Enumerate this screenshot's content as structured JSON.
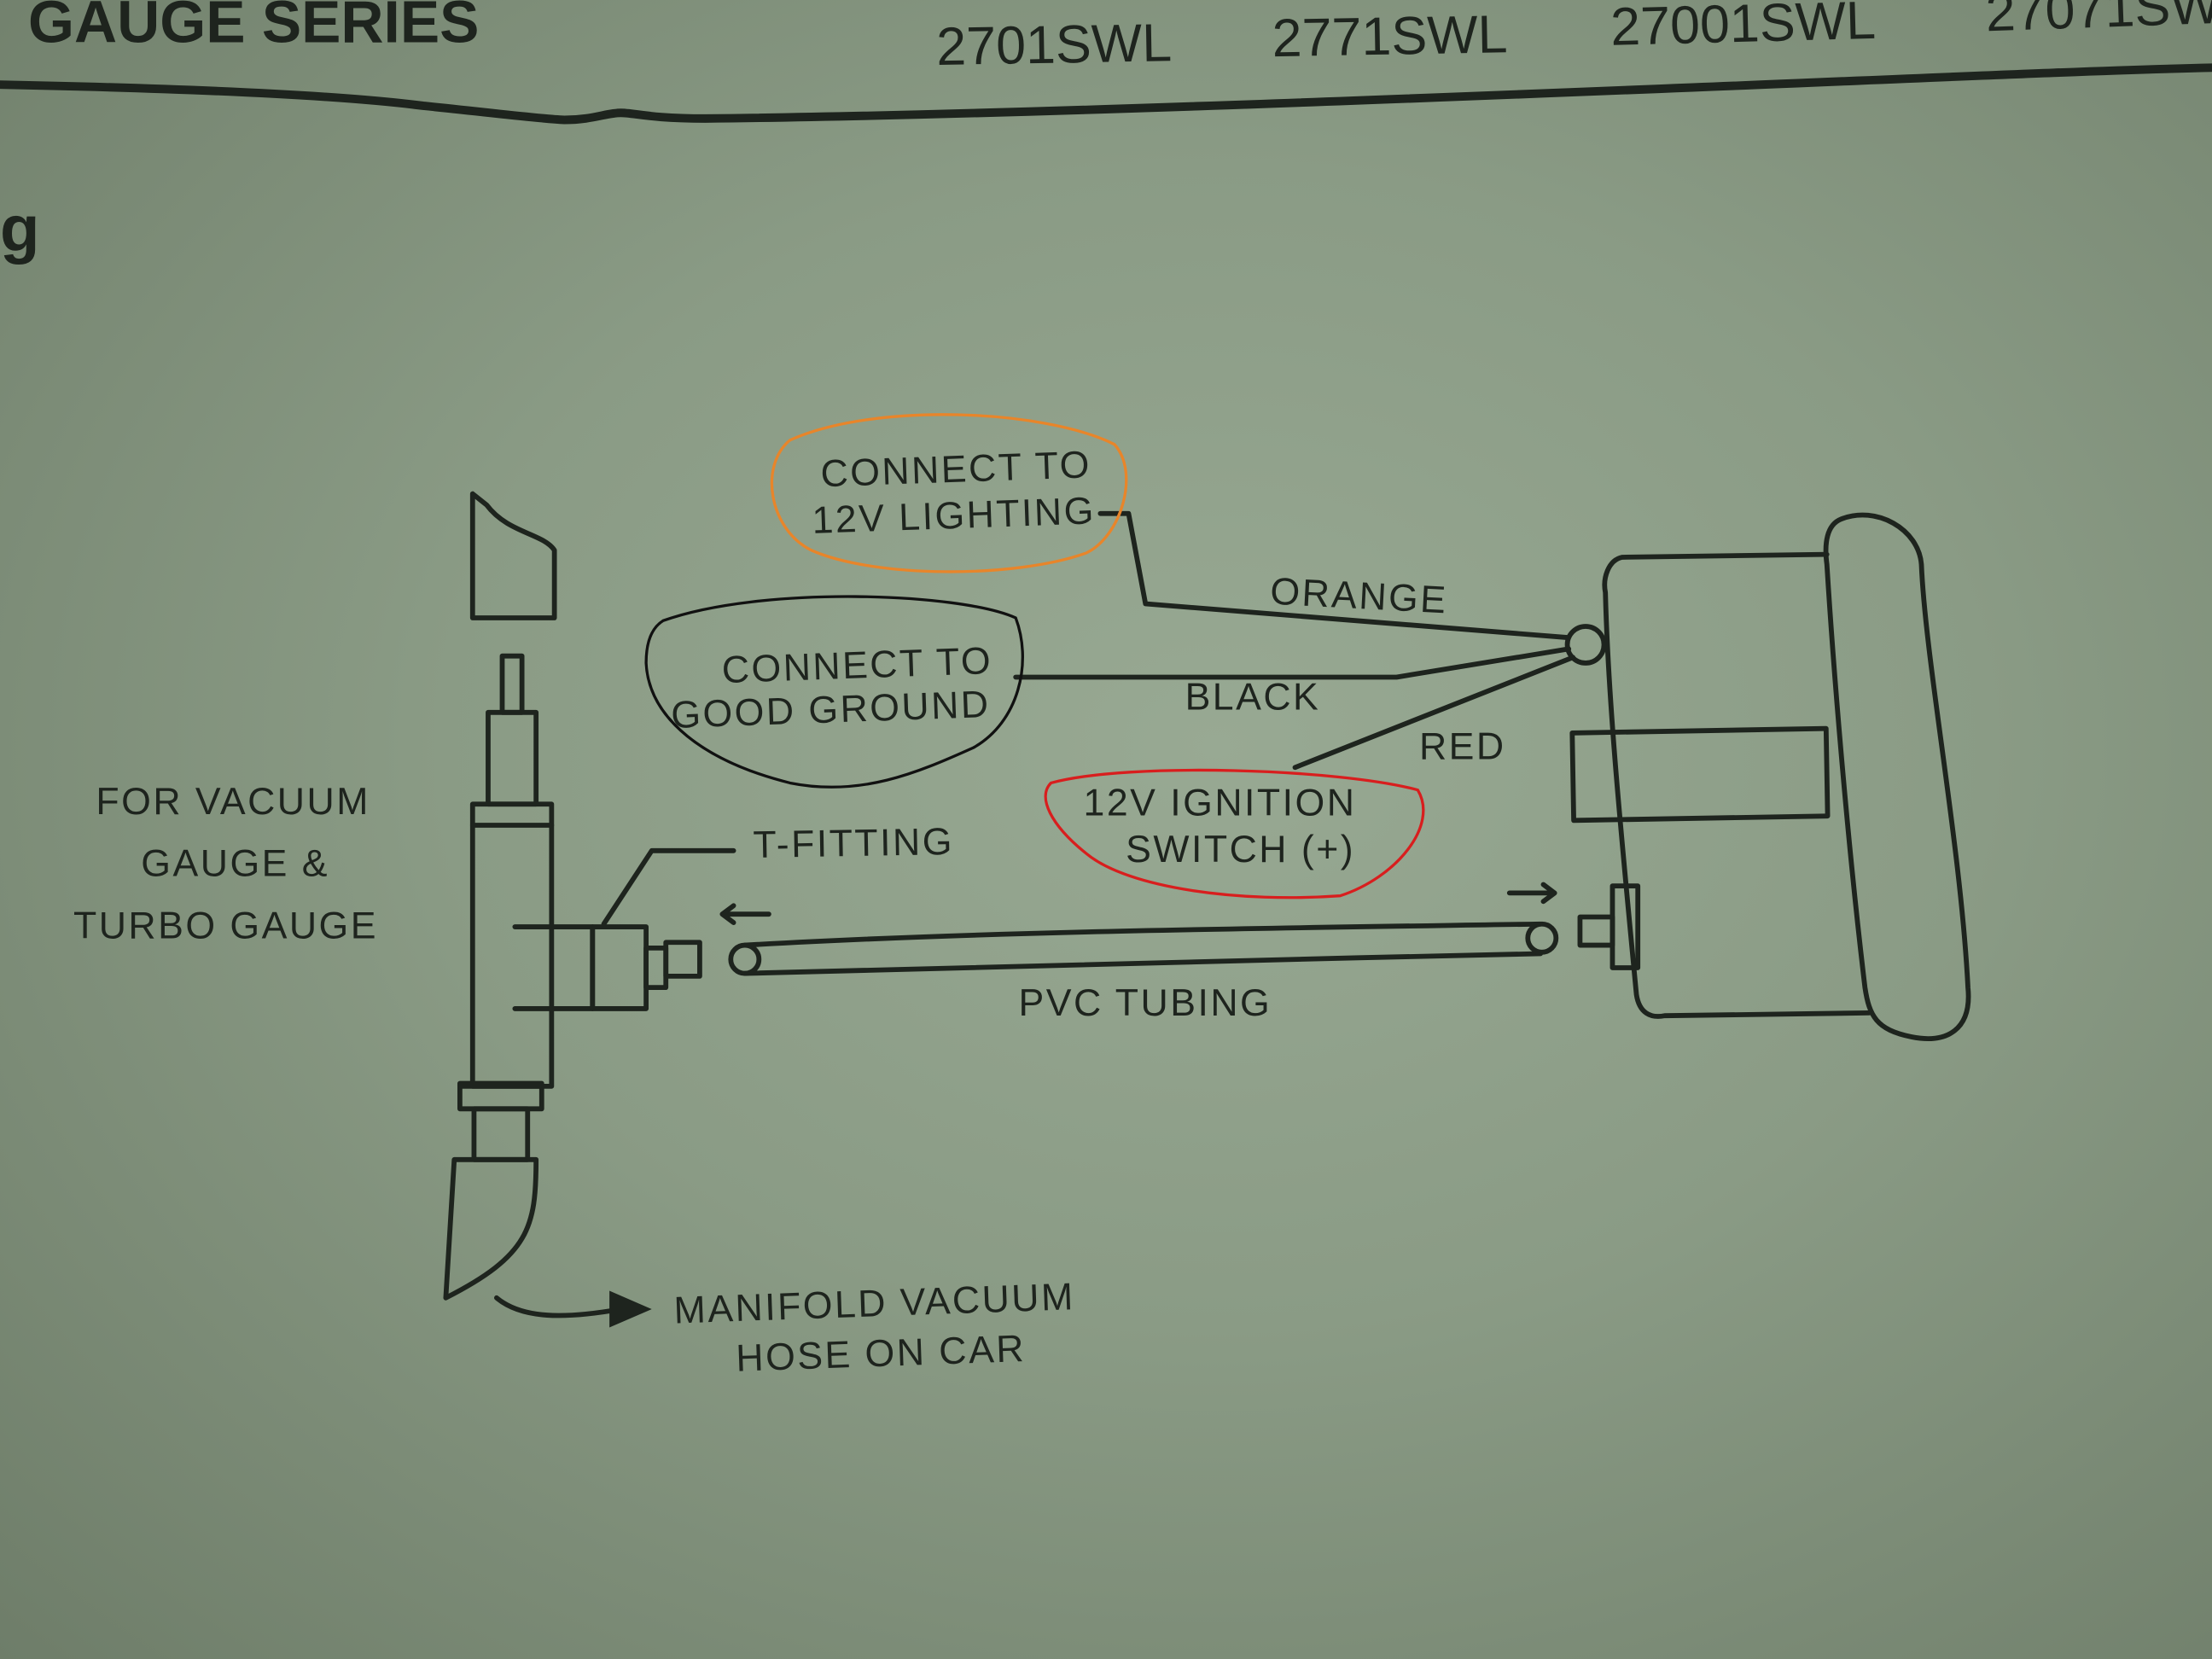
{
  "header": {
    "title": "GAUGE SERIES",
    "models": [
      "2701SWL",
      "2771SWL",
      "27001SWL",
      "27071SW"
    ],
    "section_fragment": "g"
  },
  "labels": {
    "lighting": [
      "CONNECT TO",
      "12V LIGHTING"
    ],
    "ground": [
      "CONNECT TO",
      "GOOD GROUND"
    ],
    "ignition": [
      "12V IGNITION",
      "SWITCH (+)"
    ],
    "vacuum_note": [
      "FOR VACUUM",
      "GAUGE &",
      "TURBO GAUGE"
    ],
    "t_fitting": "T-FITTING",
    "pvc_tubing": "PVC TUBING",
    "manifold": [
      "MANIFOLD VACUUM",
      "HOSE ON CAR"
    ],
    "wire_orange": "ORANGE",
    "wire_black": "BLACK",
    "wire_red": "RED"
  },
  "annotation_colors": {
    "lighting_circle": "#e8852a",
    "ground_circle": "#111111",
    "ignition_circle": "#d81e1e"
  }
}
